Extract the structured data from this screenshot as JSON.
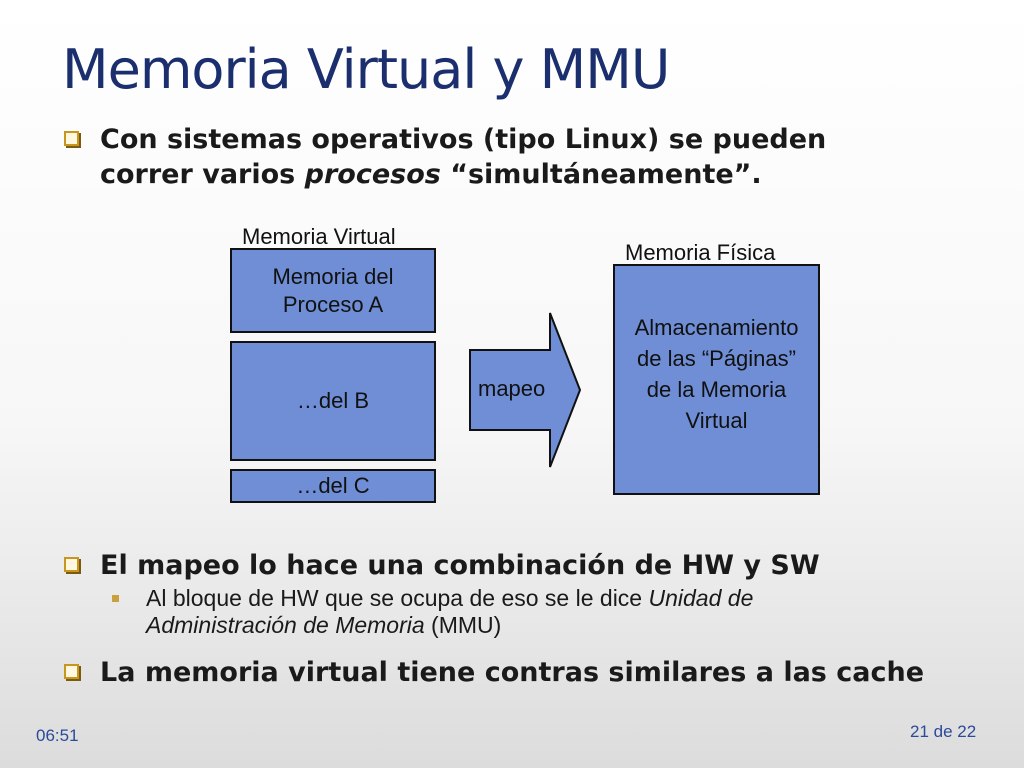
{
  "title": "Memoria Virtual y MMU",
  "bullets": {
    "b1_line1": "Con sistemas operativos (tipo Linux) se pueden",
    "b1_line2_pre": "correr varios ",
    "b1_line2_italic": "procesos",
    "b1_line2_post": " “simultáneamente”.",
    "b2": "El mapeo lo hace una combinación de HW y SW",
    "b2_sub_line1_pre": "Al bloque de HW que se ocupa de eso se le dice ",
    "b2_sub_line1_italic": "Unidad de",
    "b2_sub_line2_italic": "Administración de Memoria",
    "b2_sub_line2_post": " (MMU)",
    "b3": "La memoria virtual tiene contras similares a las cache"
  },
  "diagram": {
    "virtual_label": "Memoria Virtual",
    "physical_label": "Memoria Física",
    "proc_a_line1": "Memoria del",
    "proc_a_line2": "Proceso A",
    "proc_b": "…del B",
    "proc_c": "…del C",
    "arrow_label": "mapeo",
    "physical_line1": "Almacenamiento",
    "physical_line2": "de las “Páginas”",
    "physical_line3": "de la Memoria",
    "physical_line4": "Virtual",
    "box_color": "#6f8ed6"
  },
  "footer": {
    "time": "06:51",
    "page": "21 de 22"
  },
  "accent_colors": {
    "title": "#1b2e6e",
    "bullet_marker": "#c8961e"
  }
}
